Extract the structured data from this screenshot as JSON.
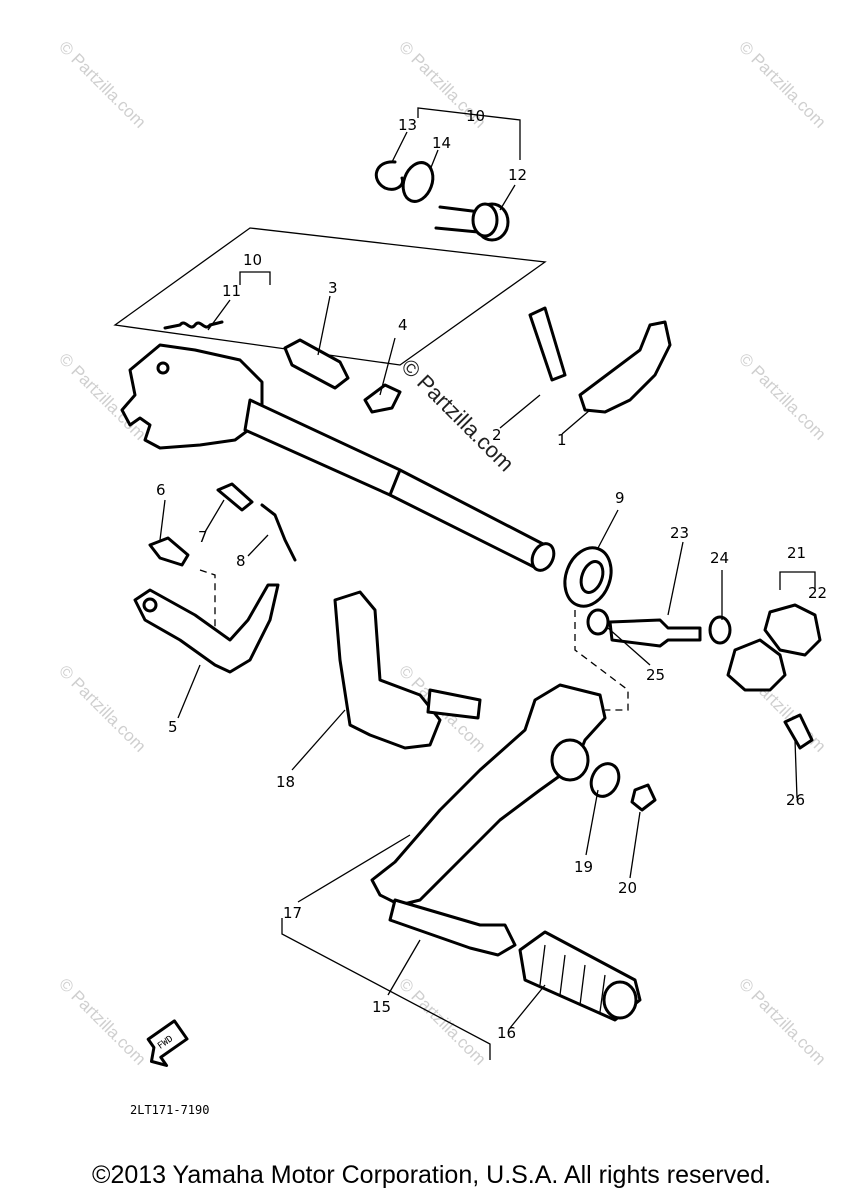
{
  "diagram": {
    "part_numbers": [
      "1",
      "2",
      "3",
      "4",
      "5",
      "6",
      "7",
      "8",
      "9",
      "10",
      "10",
      "11",
      "12",
      "13",
      "14",
      "15",
      "16",
      "17",
      "18",
      "19",
      "20",
      "21",
      "22",
      "23",
      "24",
      "25",
      "26"
    ],
    "watermark": "© Partzilla.com",
    "watermark_center": "© Partzilla.com",
    "fwd_label": "FWD",
    "diagram_code": "2LT171-7190"
  },
  "footer": {
    "copyright": "©2013 Yamaha Motor Corporation, U.S.A. All rights reserved."
  },
  "colors": {
    "line": "#000000",
    "watermark": "#cfcfcf",
    "background": "#ffffff"
  }
}
